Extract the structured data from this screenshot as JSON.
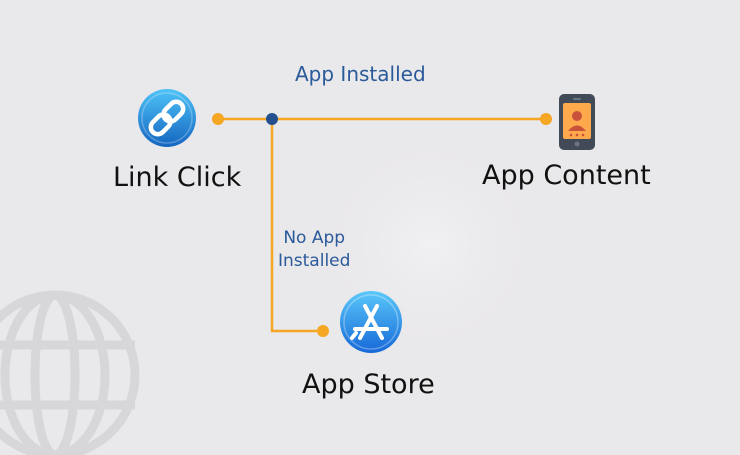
{
  "colors": {
    "background": "#e9e8ea",
    "connector": "#f5a623",
    "junction": "#24508f",
    "edge_label": "#2a5a9a",
    "node_label": "#111111",
    "icon_blue_light": "#4fc3f7",
    "icon_blue_dark": "#1565c0",
    "phone_body": "#424a57",
    "phone_screen": "#ffa94d"
  },
  "nodes": {
    "link_click": {
      "label": "Link Click",
      "icon": "link-icon"
    },
    "app_content": {
      "label": "App Content",
      "icon": "smartphone-icon"
    },
    "app_store": {
      "label": "App Store",
      "icon": "app-store-icon"
    }
  },
  "edges": {
    "installed": {
      "label": "App Installed"
    },
    "not_installed": {
      "label_line1": "No App",
      "label_line2": "Installed"
    }
  }
}
